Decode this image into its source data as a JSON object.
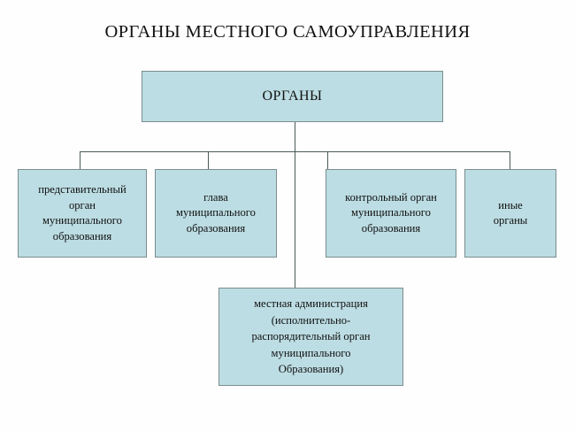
{
  "diagram": {
    "title": "ОРГАНЫ МЕСТНОГО САМОУПРАВЛЕНИЯ",
    "root": {
      "label": "ОРГАНЫ"
    },
    "children": [
      {
        "label": "представительный\nорган\nмуниципального\nобразования"
      },
      {
        "label": "глава\nмуниципального\nобразования"
      },
      {
        "label": "контрольный орган\nмуниципального\nобразования"
      },
      {
        "label": "иные\nорганы"
      }
    ],
    "bottom": {
      "label": "местная администрация\n(исполнительно-\nраспорядительный орган\nмуниципального\nОбразования)"
    },
    "colors": {
      "box_fill": "#bcdde3",
      "box_border": "#7b8d8e",
      "connector": "#4c5a5a",
      "text": "#111111",
      "background": "#fefefe"
    }
  }
}
